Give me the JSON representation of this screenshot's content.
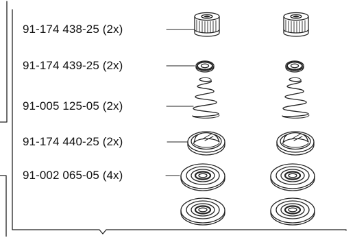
{
  "parts": [
    {
      "label": "91-174 438-25 (2x)",
      "icon": "knurled-cap-nut"
    },
    {
      "label": "91-174 439-25 (2x)",
      "icon": "serrated-washer"
    },
    {
      "label": "91-005 125-05 (2x)",
      "icon": "conical-spring"
    },
    {
      "label": "91-174 440-25 (2x)",
      "icon": "slotted-cap"
    },
    {
      "label": "91-002 065-05 (4x)",
      "icon": "rubber-grommet"
    }
  ],
  "colors": {
    "line": "#222222",
    "fill": "#ffffff",
    "shade": "#cfcfcf"
  }
}
